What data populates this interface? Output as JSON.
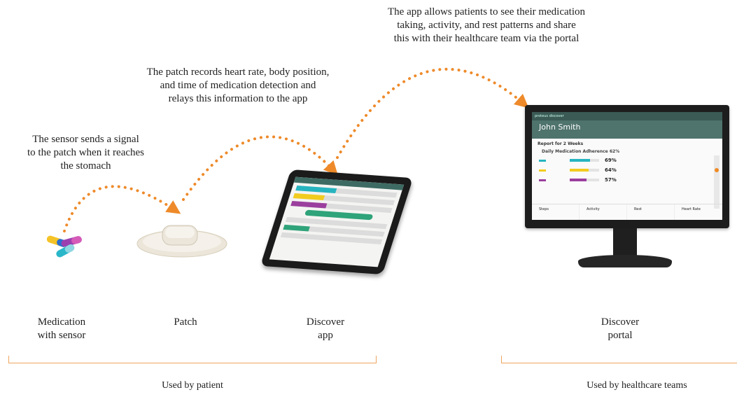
{
  "captions": {
    "sensor": [
      "The sensor sends a signal",
      "to the patch when it reaches",
      "the stomach"
    ],
    "patch": [
      "The patch records heart rate, body position,",
      "and time of medication detection and",
      "relays this information to the app"
    ],
    "app": [
      "The app allows patients to see their medication",
      "taking, activity, and rest patterns and share",
      "this with their healthcare team via the portal"
    ]
  },
  "labels": {
    "medication": [
      "Medication",
      "with sensor"
    ],
    "patch": [
      "Patch"
    ],
    "app": [
      "Discover",
      "app"
    ],
    "portal": [
      "Discover",
      "portal"
    ]
  },
  "groups": {
    "patient": "Used by patient",
    "healthcare": "Used by healthcare teams"
  },
  "colors": {
    "arrow": "#ee8a2a",
    "bracket": "#f0a560",
    "teal": "#3b5a55"
  },
  "portal_screen": {
    "brand": "proteus discover",
    "patient_name": "John Smith",
    "report_title": "Report for 2 Weeks",
    "section_title": "Daily Medication Adherence 62%",
    "rows": [
      {
        "pct": "69%",
        "color": "#27b4c0",
        "fill": 0.69
      },
      {
        "pct": "64%",
        "color": "#f2cc1e",
        "fill": 0.64
      },
      {
        "pct": "57%",
        "color": "#9b3f9e",
        "fill": 0.57
      }
    ],
    "footer": [
      "Steps",
      "Activity",
      "Rest",
      "Heart Rate"
    ]
  },
  "icons": [
    "pills-icon",
    "patch-icon",
    "tablet-icon",
    "monitor-icon",
    "dotted-arrow-icon"
  ]
}
